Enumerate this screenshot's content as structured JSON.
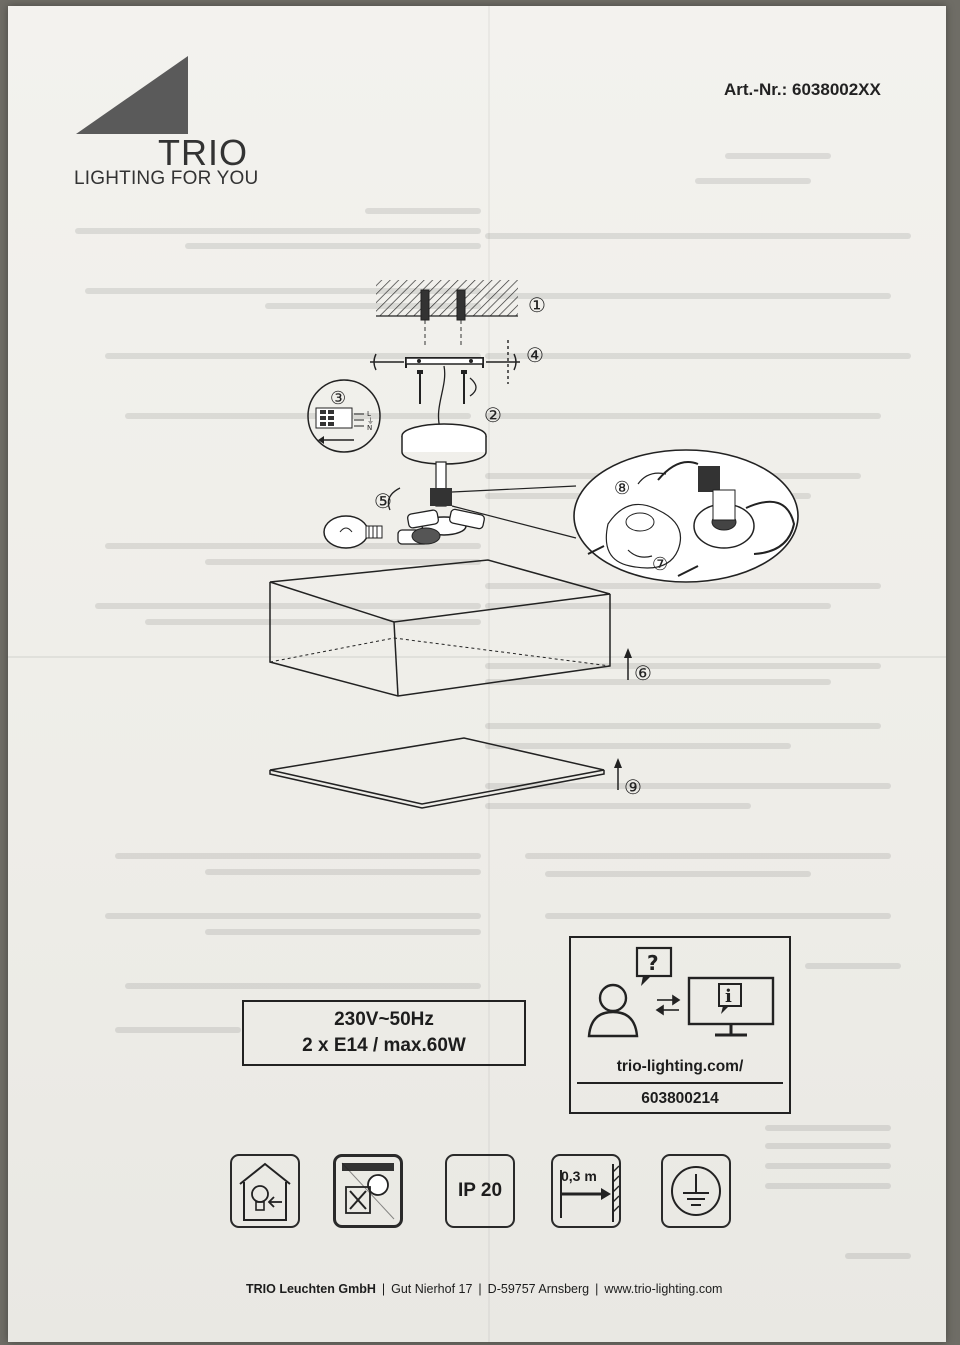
{
  "brand": {
    "name": "TRIO",
    "tagline": "LIGHTING FOR YOU"
  },
  "article_number": "Art.-Nr.: 6038002XX",
  "diagram": {
    "callouts": [
      "①",
      "②",
      "③",
      "④",
      "⑤",
      "⑥",
      "⑦",
      "⑧",
      "⑨"
    ],
    "wire_labels": [
      "L",
      "⏚",
      "N"
    ]
  },
  "specs": {
    "line1": "230V~50Hz",
    "line2": "2 x E14 / max.60W"
  },
  "info_box": {
    "url": "trio-lighting.com/",
    "code": "603800214",
    "question_mark": "?",
    "info_mark": "i"
  },
  "symbols": {
    "ip_rating": "IP 20",
    "distance": "0,3 m"
  },
  "footer": {
    "company": "TRIO Leuchten GmbH",
    "street": "Gut Nierhof 17",
    "city": "D-59757 Arnsberg",
    "website": "www.trio-lighting.com"
  },
  "colors": {
    "paper": "#f0efea",
    "ink": "#1d1d1d",
    "logo_triangle": "#5a5a5a"
  }
}
